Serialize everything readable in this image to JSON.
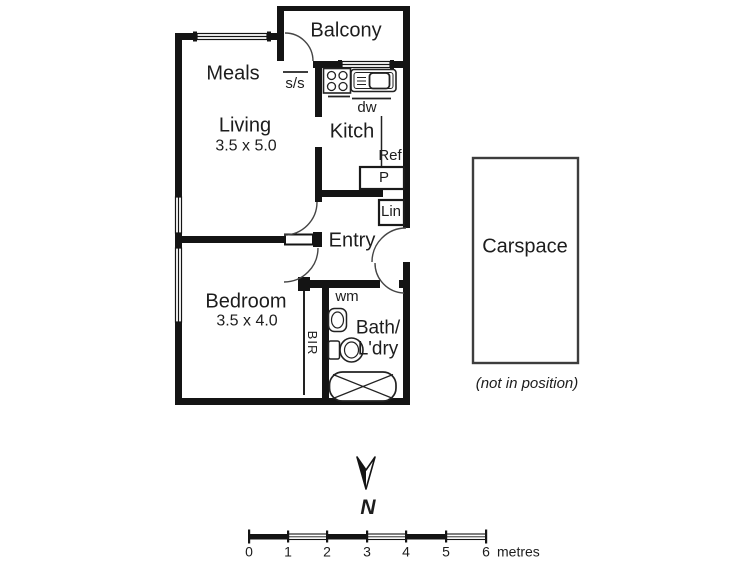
{
  "rooms": {
    "balcony": "Balcony",
    "meals": "Meals",
    "living": {
      "name": "Living",
      "dims": "3.5 x 5.0"
    },
    "kitchen": "Kitch",
    "entry": "Entry",
    "bedroom": {
      "name": "Bedroom",
      "dims": "3.5 x 4.0"
    },
    "bath": {
      "line1": "Bath/",
      "line2": "L'dry"
    }
  },
  "fixtures": {
    "sliding_door": "s/s",
    "dishwasher": "dw",
    "refrigerator": "Ref",
    "pantry": "P",
    "linen": "Lin",
    "washing_machine": "wm",
    "built_in_robe": "BIR"
  },
  "carspace": {
    "label": "Carspace",
    "note": "(not in position)"
  },
  "compass": {
    "label": "N"
  },
  "scale_bar": {
    "ticks": [
      "0",
      "1",
      "2",
      "3",
      "4",
      "5",
      "6"
    ],
    "unit": "metres"
  },
  "colors": {
    "wall": "#141414",
    "line": "#3d3d3d",
    "text": "#1d1d1d",
    "background": "#ffffff"
  }
}
